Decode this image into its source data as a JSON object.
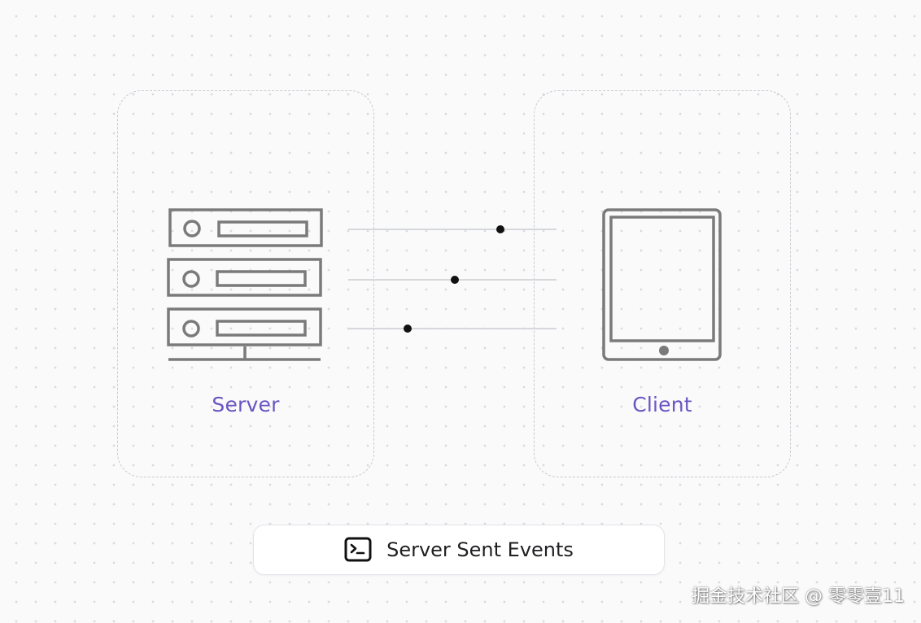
{
  "diagram": {
    "server": {
      "label": "Server",
      "icon": "server-rack-icon"
    },
    "client": {
      "label": "Client",
      "icon": "tablet-icon"
    },
    "connections": [
      {
        "name": "event-stream-1"
      },
      {
        "name": "event-stream-2"
      },
      {
        "name": "event-stream-3"
      }
    ]
  },
  "footer": {
    "icon": "terminal-icon",
    "label": "Server Sent Events"
  },
  "watermark": "掘金技术社区 @ 零零壹11",
  "colors": {
    "accent": "#6a55c2",
    "icon_stroke": "#7a7a7a",
    "dot": "#111111",
    "line": "#d7d8dc"
  }
}
